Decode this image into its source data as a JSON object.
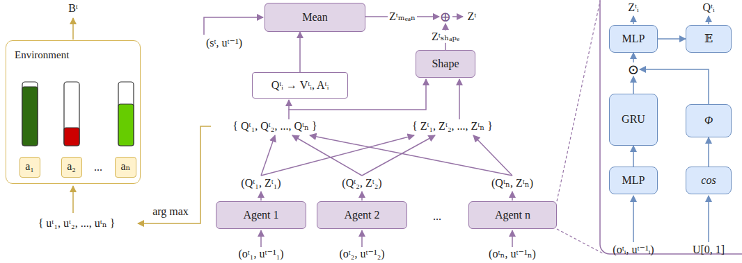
{
  "diagram": {
    "nodes": [
      {
        "text": [
          "Environment"
        ]
      },
      {
        "text": [
          "a₁"
        ],
        "in": 0
      },
      {
        "text": [
          "a₂"
        ],
        "in": 0
      },
      {
        "text": [
          "aₙ"
        ],
        "in": 0
      },
      {
        "text": [
          "Mean"
        ]
      },
      {
        "text": [
          "⊕"
        ]
      },
      {
        "text": [
          "Shape"
        ]
      },
      {
        "text": [
          "Qᵗᵢ → Vᵗᵢ, Aᵗᵢ"
        ]
      },
      {
        "text": [
          "Agent 1"
        ]
      },
      {
        "text": [
          "Agent 2"
        ]
      },
      {
        "text": [
          "Agent n"
        ]
      },
      {
        "text": [
          "MLP"
        ]
      },
      {
        "text": [
          "𝔼"
        ]
      },
      {
        "text": [
          "⊙"
        ]
      },
      {
        "text": [
          "GRU"
        ]
      },
      {
        "text": [
          "Φ"
        ]
      },
      {
        "text": [
          "MLP"
        ]
      },
      {
        "text": [
          "cos"
        ]
      }
    ],
    "edges": [
      {
        "from": 4,
        "to": 5,
        "label": "Zᵗₘₑₐₙ",
        "arrow": "to"
      },
      {
        "from": 6,
        "to": 5,
        "label": "Zᵗₛₕₐₚₑ",
        "arrow": "to"
      },
      {
        "from": 7,
        "to": 4,
        "arrow": "to"
      },
      {
        "from": 16,
        "to": 14,
        "arrow": "to"
      },
      {
        "from": 14,
        "to": 13,
        "arrow": "to"
      },
      {
        "from": 17,
        "to": 15,
        "arrow": "to"
      },
      {
        "from": 15,
        "to": 13,
        "arrow": "to"
      },
      {
        "from": 13,
        "to": 11,
        "arrow": "to"
      },
      {
        "from": 11,
        "to": 12,
        "arrow": "to"
      }
    ],
    "labels": [
      "Bᵗ",
      "{ uᵗ₁, uᵗ₂, ..., uᵗₙ }",
      "arg max",
      "(sᵗ, uᵗ⁻¹)",
      "Zᵗ",
      "{ Qᵗ₁, Qᵗ₂, ..., Qᵗₙ }",
      "{ Zᵗ₁, Zᵗ₂, ..., Zᵗₙ }",
      "(Qᵗ₁, Zᵗ₁)",
      "(Qᵗ₂, Zᵗ₂)",
      "(Qᵗₙ, Zᵗₙ)",
      "...",
      "...",
      "(oᵗ₁, uᵗ⁻¹₁)",
      "(oᵗ₂, uᵗ⁻¹₂)",
      "(oᵗₙ, uᵗ⁻¹ₙ)",
      "Zᵗᵢ",
      "Qᵗᵢ",
      "(oᵗᵢ, uᵗ⁻¹ᵢ)",
      "U[0, 1]"
    ]
  }
}
